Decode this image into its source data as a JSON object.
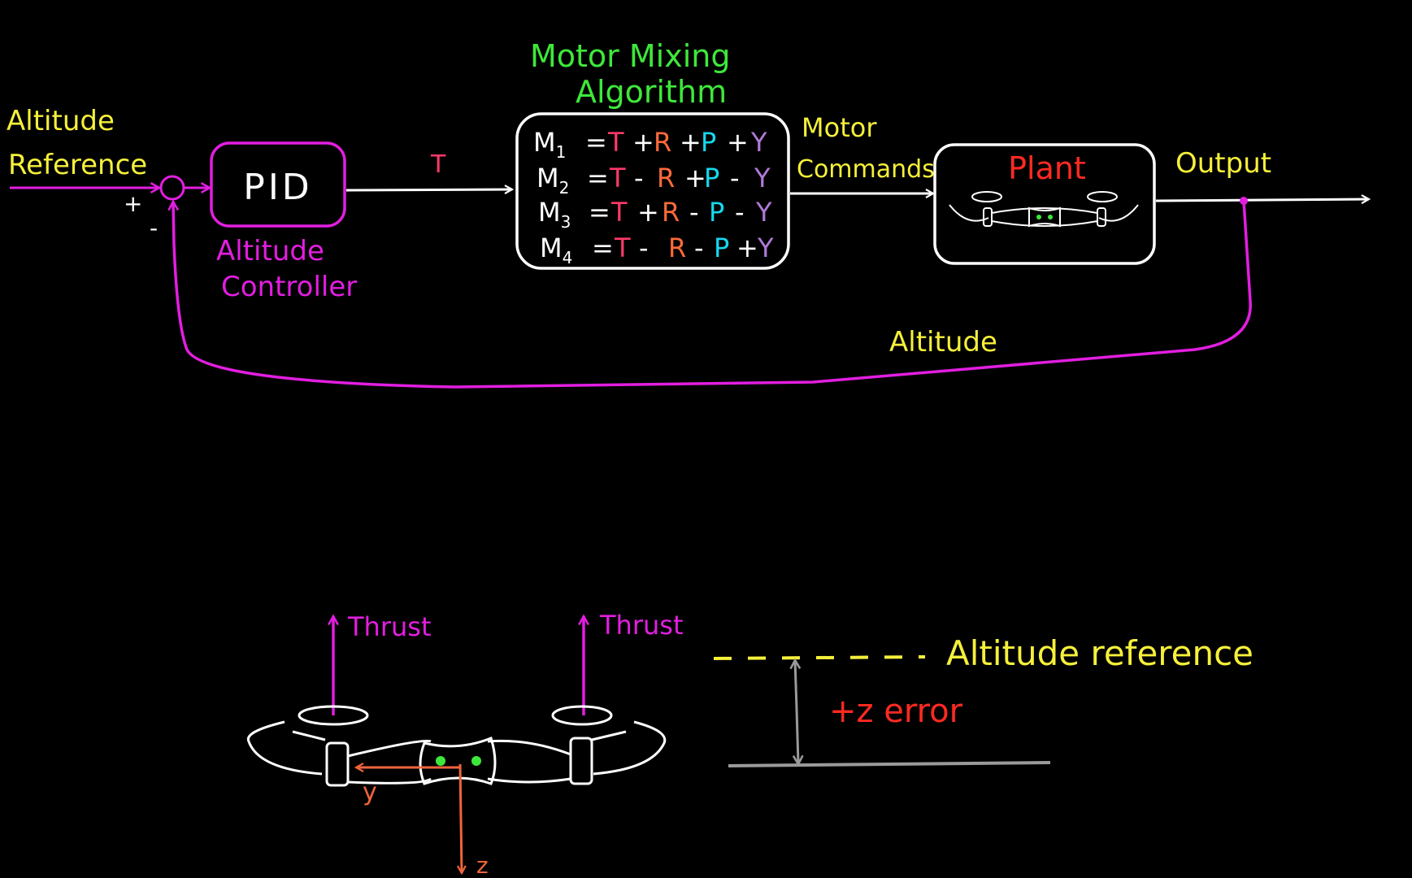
{
  "colors": {
    "background": "#000000",
    "white": "#ffffff",
    "yellow": "#f5f03a",
    "magenta": "#e21ee0",
    "green": "#3ee83a",
    "red": "#ff2a22",
    "T": "#ff3a6a",
    "R": "#ff6a3a",
    "P": "#16d8ee",
    "Y": "#b07ad6",
    "orange_axis": "#f0643a",
    "gray": "#9a9a9a"
  },
  "block_diagram": {
    "input_label_line1": "Altitude",
    "input_label_line2": "Reference",
    "plus_sign": "+",
    "minus_sign": "-",
    "pid_label": "PID",
    "controller_label_line1": "Altitude",
    "controller_label_line2": "Controller",
    "signal_T": "T",
    "mixer_title_line1": "Motor Mixing",
    "mixer_title_line2": "Algorithm",
    "equations": [
      {
        "lhs": "M",
        "sub": "1",
        "eq": "=",
        "t": "T",
        "op1": "+",
        "r": "R",
        "op2": "+",
        "p": "P",
        "op3": "+",
        "y": "Y"
      },
      {
        "lhs": "M",
        "sub": "2",
        "eq": "=",
        "t": "T",
        "op1": "-",
        "r": "R",
        "op2": "+",
        "p": "P",
        "op3": "-",
        "y": "Y"
      },
      {
        "lhs": "M",
        "sub": "3",
        "eq": "=",
        "t": "T",
        "op1": "+",
        "r": "R",
        "op2": "-",
        "p": "P",
        "op3": "-",
        "y": "Y"
      },
      {
        "lhs": "M",
        "sub": "4",
        "eq": "=",
        "t": "T",
        "op1": "-",
        "r": "R",
        "op2": "-",
        "p": "P",
        "op3": "+",
        "y": "Y"
      }
    ],
    "motor_commands_line1": "Motor",
    "motor_commands_line2": "Commands",
    "plant_label": "Plant",
    "output_label": "Output",
    "feedback_label": "Altitude"
  },
  "drone_diagram": {
    "thrust_left": "Thrust",
    "thrust_right": "Thrust",
    "axis_y": "y",
    "axis_z": "z",
    "altitude_reference": "Altitude reference",
    "z_error": "+z error"
  }
}
